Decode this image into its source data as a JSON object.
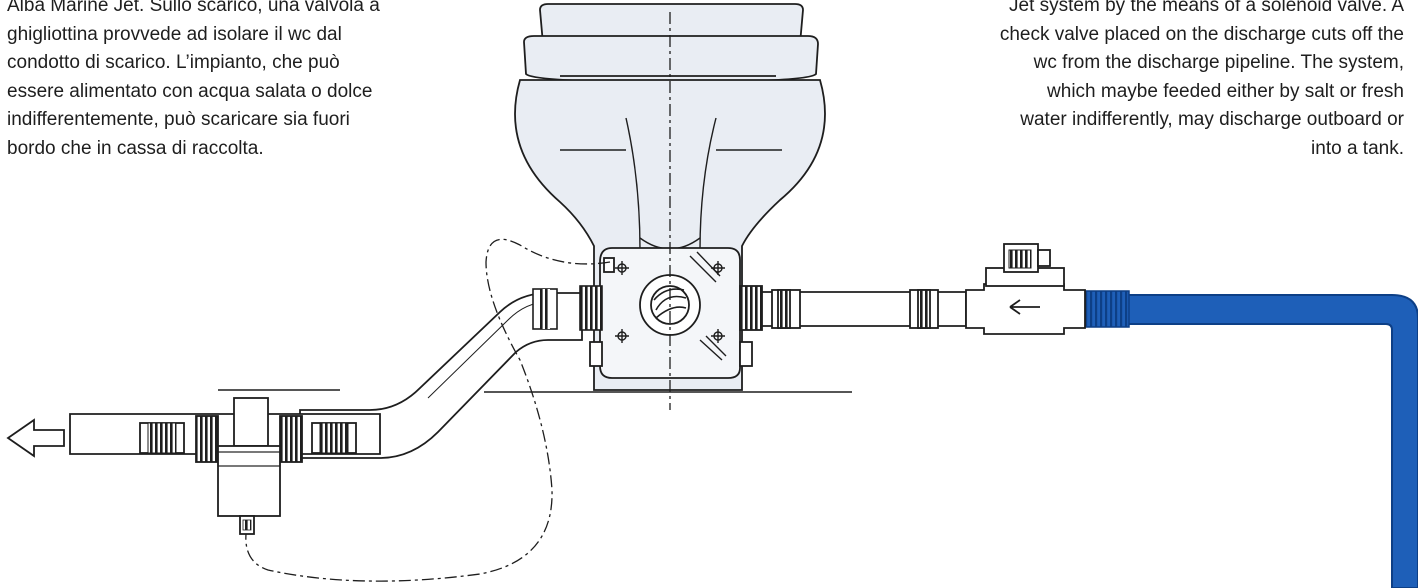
{
  "text_italian": {
    "lines": [
      "Alba Marine Jet. Sullo scarico, una valvola a",
      "ghigliottina provvede ad isolare il wc dal",
      "condotto di scarico. L’impianto, che può",
      "essere alimentato con acqua salata o dolce",
      "indifferentemente, può scaricare sia fuori",
      "bordo che in cassa di raccolta."
    ]
  },
  "text_english": {
    "lines": [
      "Jet system by the means of a solenoid valve. A",
      "check valve placed on the discharge cuts off the",
      "wc from the discharge pipeline. The system,",
      "which maybe feeded either by salt or fresh",
      "water indifferently, may discharge outboard or",
      "into a tank."
    ]
  },
  "colors": {
    "line": "#1e1e1e",
    "fixture_fill": "#e9edf3",
    "water_pipe": "#1e5fb8",
    "water_pipe_dark": "#0d3f86"
  }
}
